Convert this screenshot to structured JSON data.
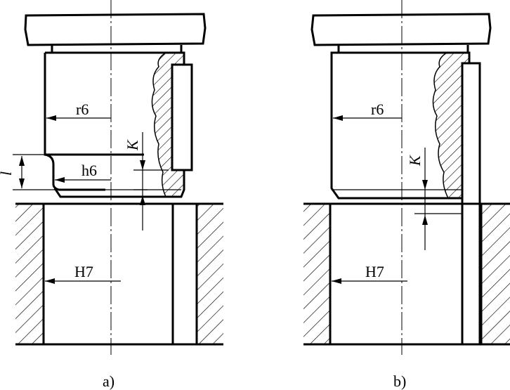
{
  "figure_a": {
    "caption": "a)",
    "labels": {
      "upper_fit": "r6",
      "lower_fit": "h6",
      "hole_fit": "H7",
      "clearance": "K",
      "length": "l"
    }
  },
  "figure_b": {
    "caption": "b)",
    "labels": {
      "upper_fit": "r6",
      "hole_fit": "H7",
      "clearance": "K"
    }
  }
}
